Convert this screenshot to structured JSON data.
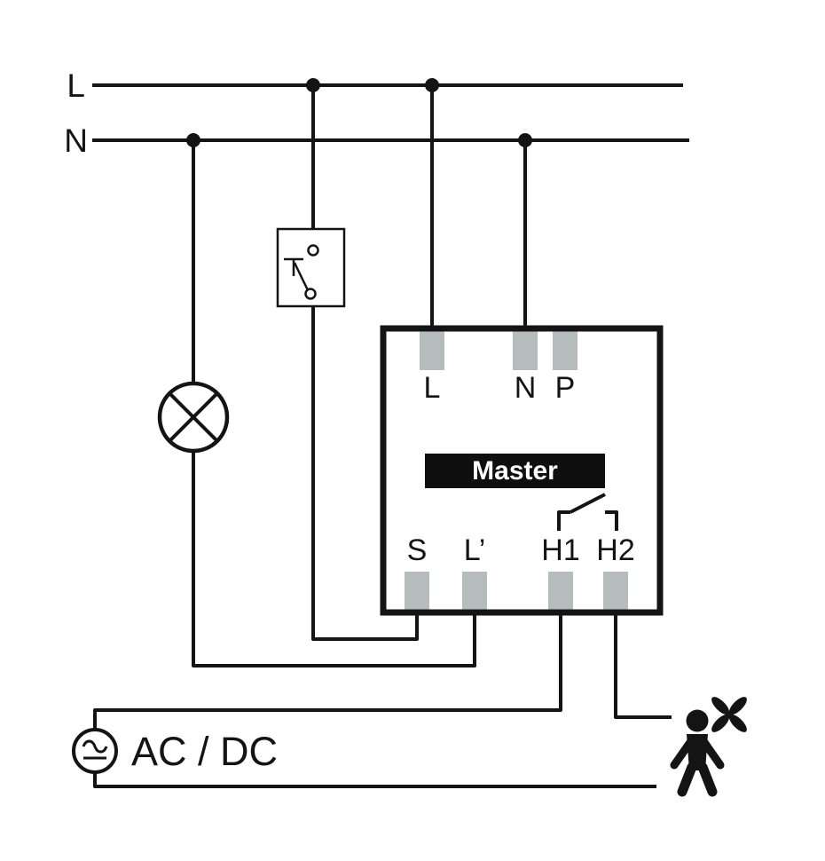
{
  "diagram": {
    "bus": {
      "line_label": "L",
      "neutral_label": "N"
    },
    "master_device": {
      "label": "Master",
      "top_terminals": [
        "L",
        "N",
        "P"
      ],
      "bottom_terminals": [
        "S",
        "L’",
        "H1",
        "H2"
      ]
    },
    "source": {
      "label": "AC / DC"
    },
    "colors": {
      "wire": "#141414",
      "terminal_fill": "#b6bcbc",
      "badge_bg": "#0f0f0f",
      "badge_fg": "#ffffff",
      "background": "#ffffff"
    },
    "icons": {
      "lamp": "lamp-icon",
      "push_button": "push-button-switch-icon",
      "relay_contact": "relay-contact-icon",
      "source": "ac-dc-source-icon",
      "person": "person-icon",
      "fan": "fan-icon",
      "junction": "junction-dot"
    }
  }
}
